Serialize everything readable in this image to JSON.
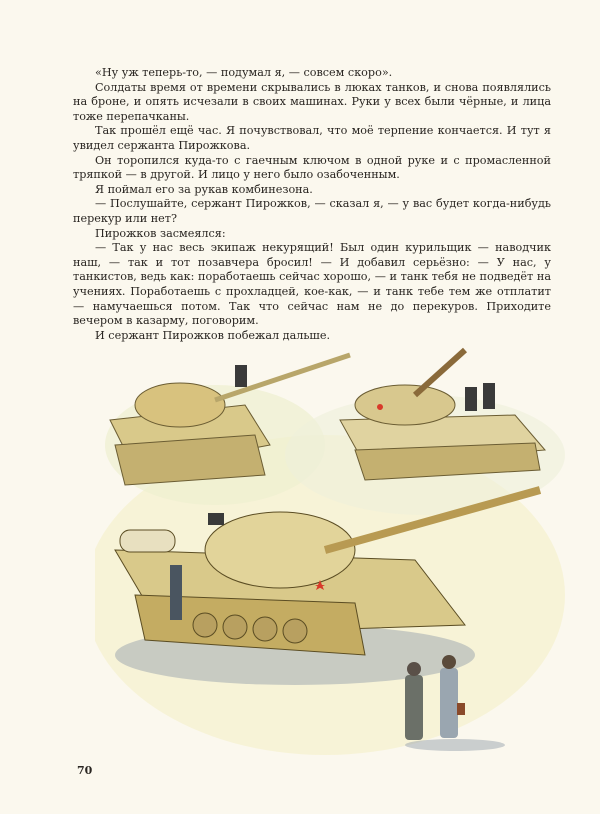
{
  "page": {
    "number": "70",
    "background_color": "#fbf8ee",
    "paragraphs": [
      "«Ну уж теперь-то, — подумал я, — совсем скоро».",
      "Солдаты время от времени скрывались в люках танков, и снова появлялись на броне, и опять исчезали в своих машинах. Руки у всех были чёрные, и лица тоже перепачканы.",
      "Так прошёл ещё час. Я почувствовал, что моё терпение кончается. И тут я увидел сержанта Пирожкова.",
      "Он торопился куда-то с гаечным ключом в одной руке и с промасленной тряпкой — в другой. И лицо у него было озабоченным.",
      "Я поймал его за рукав комбинезона.",
      "— Послушайте, сержант Пирожков, — сказал я, — у вас будет когда-нибудь перекур или нет?",
      "Пирожков засмеялся:",
      "— Так у нас весь экипаж некурящий! Был один курильщик — наводчик наш, — так и тот позавчера бросил! — И добавил серьёзно: — У нас, у танкистов, ведь как: поработаешь сейчас хорошо, — и танк тебя не подведёт на учениях. Поработаешь с прохладцей, кое-как, — и танк тебе тем же отплатит — намучаешься потом. Так что сейчас нам не до перекуров. Приходите вечером в казарму, поговорим.",
      "И сержант Пирожков побежал дальше."
    ]
  },
  "illustration": {
    "description": "Watercolor illustration of three tanks with soldiers on a sandy field; two men walking in the foreground",
    "colors": {
      "tank_body": "#d9c98a",
      "tank_shadow": "#8a7a4a",
      "gun_barrel": "#b89a52",
      "star": "#d83a2a",
      "ground_shadow": "#9aa3ad",
      "soldier": "#3a3a3a"
    }
  }
}
